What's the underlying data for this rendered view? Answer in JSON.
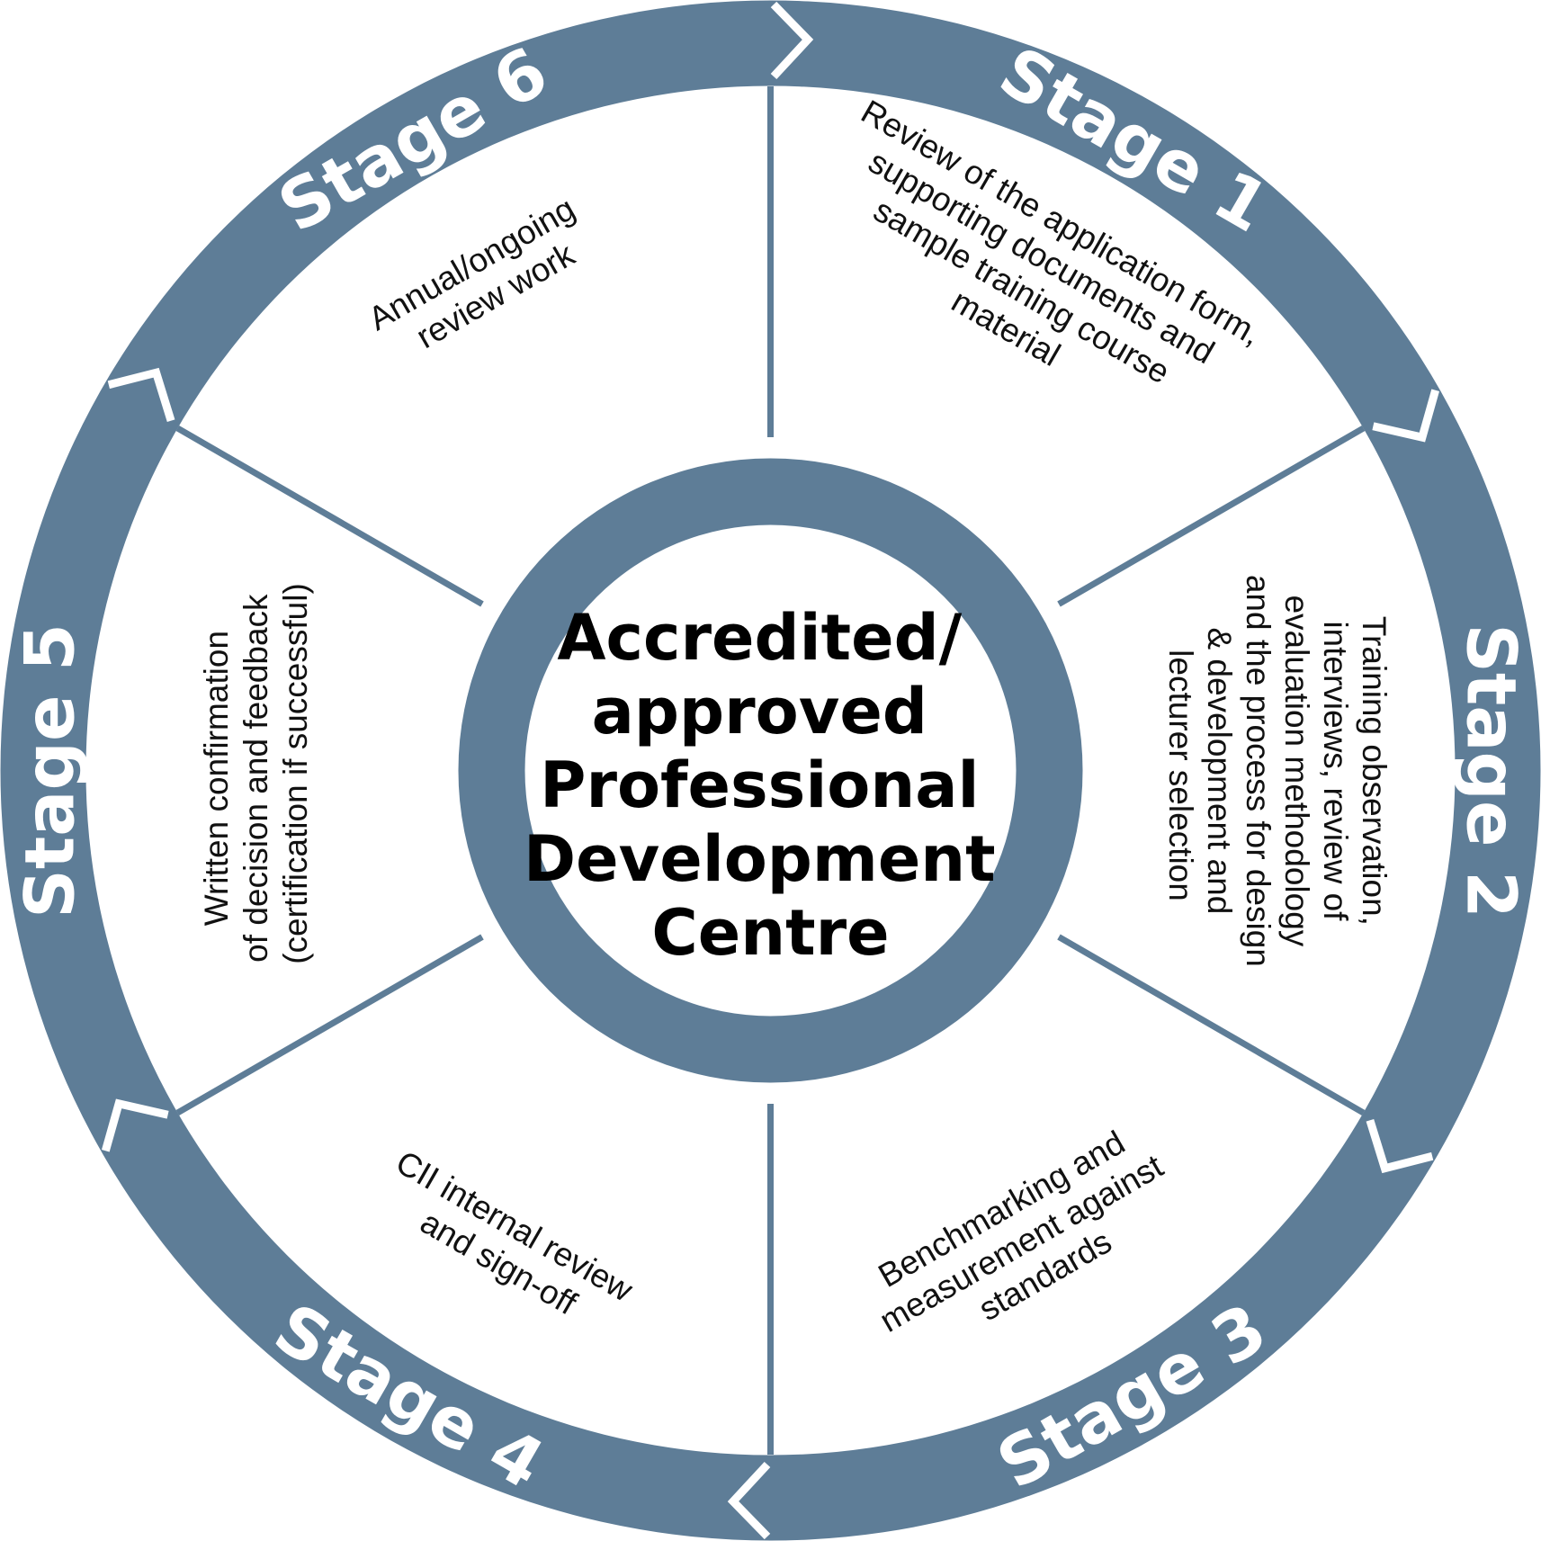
{
  "center": {
    "lines": [
      "Accredited/",
      "approved",
      "Professional",
      "Development",
      "Centre"
    ]
  },
  "stages": [
    {
      "label": "Stage 1",
      "desc": [
        "Review of the application form,",
        "supporting documents and",
        "sample training course",
        "material"
      ]
    },
    {
      "label": "Stage 2",
      "desc": [
        "Training observation,",
        "interviews, review of",
        "evaluation methodology",
        "and the process for design",
        "& development and",
        "lecturer selection"
      ]
    },
    {
      "label": "Stage 3",
      "desc": [
        "Benchmarking and",
        "measurement against",
        "standards"
      ]
    },
    {
      "label": "Stage 4",
      "desc": [
        "CII internal review",
        "and sign-off"
      ]
    },
    {
      "label": "Stage 5",
      "desc": [
        "Written confirmation",
        "of decision and feedback",
        "(certification if successful)"
      ]
    },
    {
      "label": "Stage 6",
      "desc": [
        "Annual/ongoing",
        "review work"
      ]
    }
  ],
  "colors": {
    "ring": "#5e7d97",
    "background": "#ffffff",
    "text": "#111111"
  }
}
